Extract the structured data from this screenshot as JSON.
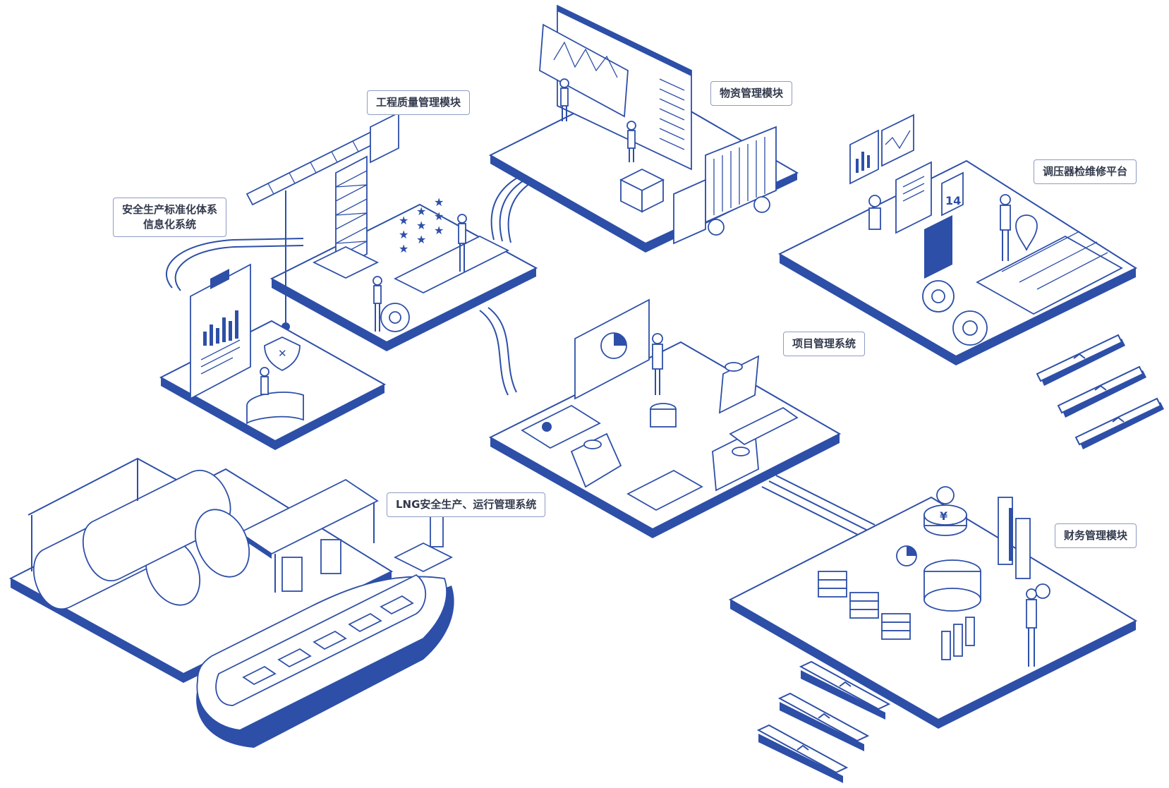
{
  "diagram": {
    "modules": [
      {
        "id": "engineering-quality",
        "label": "工程质量管理模块"
      },
      {
        "id": "materials",
        "label": "物资管理模块"
      },
      {
        "id": "safety-standardization",
        "label_lines": [
          "安全生产标准化体系",
          "信息化系统"
        ]
      },
      {
        "id": "regulator-maintenance",
        "label": "调压器检维修平台"
      },
      {
        "id": "project-management",
        "label": "项目管理系统"
      },
      {
        "id": "lng-safety-operations",
        "label": "LNG安全生产、运行管理系统"
      },
      {
        "id": "finance",
        "label": "财务管理模块"
      }
    ],
    "icon_text": {
      "calendar_day": "14",
      "currency_symbol": "¥"
    },
    "colors": {
      "primary_blue": "#2d4fa8",
      "line_blue": "#3a5bb5",
      "surface": "#ffffff",
      "label_border": "#8e9cc4",
      "label_text": "#333a4d"
    }
  }
}
